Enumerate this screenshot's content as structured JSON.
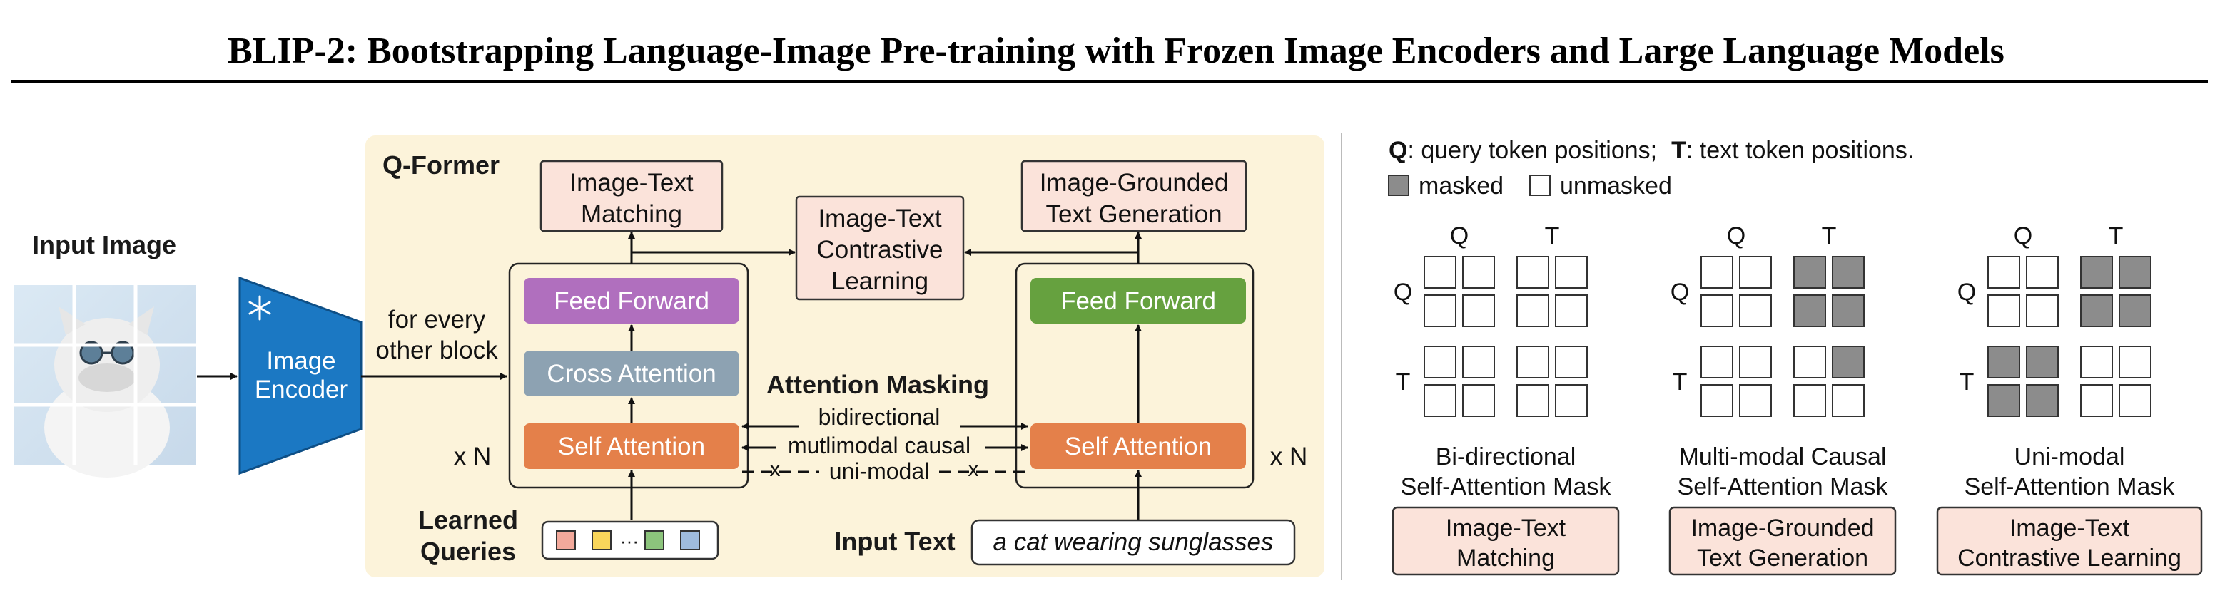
{
  "title": "BLIP-2: Bootstrapping Language-Image Pre-training with Frozen Image Encoders and Large Language Models",
  "colors": {
    "panel_bg": "#fcf3da",
    "objective_fill": "#fbe3da",
    "feed_forward_left": "#b06fbe",
    "feed_forward_right": "#66a13f",
    "cross_attention": "#8da2b2",
    "self_attention": "#e4804a",
    "encoder_fill": "#1b78c3",
    "masked_cell": "#8c8c8c",
    "query_colors": [
      "#f3a99b",
      "#f9d65b",
      "#8cc47c",
      "#9fbcde"
    ]
  },
  "left": {
    "input_image_label": "Input Image",
    "encoder_label_line1": "Image",
    "encoder_label_line2": "Encoder",
    "snowflake_icon": "snowflake-icon",
    "every_other_line1": "for every",
    "every_other_line2": "other block",
    "qformer_label": "Q-Former",
    "itm_line1": "Image-Text",
    "itm_line2": "Matching",
    "itc_line1": "Image-Text",
    "itc_line2": "Contrastive",
    "itc_line3": "Learning",
    "itg_line1": "Image-Grounded",
    "itg_line2": "Text Generation",
    "feed_forward": "Feed Forward",
    "cross_attention": "Cross Attention",
    "self_attention": "Self Attention",
    "attention_masking": "Attention Masking",
    "bidirectional": "bidirectional",
    "multimodal_causal": "mutlimodal causal",
    "uni_modal": "uni-modal",
    "cross_mark": "x",
    "xN": "x N",
    "learned_queries_line1": "Learned",
    "learned_queries_line2": "Queries",
    "query_ellipsis": "···",
    "input_text_label": "Input Text",
    "input_text_value": "a cat wearing sunglasses"
  },
  "right": {
    "q_legend_key": "Q",
    "q_legend_text": ": query token positions;",
    "t_legend_key": "T",
    "t_legend_text": ": text token positions.",
    "masked_label": "masked",
    "unmasked_label": "unmasked",
    "col_q": "Q",
    "col_t": "T",
    "masks": [
      {
        "title_line1": "Bi-directional",
        "title_line2": "Self-Attention Mask",
        "task_line1": "Image-Text",
        "task_line2": "Matching",
        "grid": [
          [
            0,
            0,
            0,
            0
          ],
          [
            0,
            0,
            0,
            0
          ],
          [
            0,
            0,
            0,
            0
          ],
          [
            0,
            0,
            0,
            0
          ]
        ]
      },
      {
        "title_line1": "Multi-modal Causal",
        "title_line2": "Self-Attention Mask",
        "task_line1": "Image-Grounded",
        "task_line2": "Text Generation",
        "grid": [
          [
            0,
            0,
            1,
            1
          ],
          [
            0,
            0,
            1,
            1
          ],
          [
            0,
            0,
            0,
            1
          ],
          [
            0,
            0,
            0,
            0
          ]
        ]
      },
      {
        "title_line1": "Uni-modal",
        "title_line2": "Self-Attention Mask",
        "task_line1": "Image-Text",
        "task_line2": "Contrastive Learning",
        "grid": [
          [
            0,
            0,
            1,
            1
          ],
          [
            0,
            0,
            1,
            1
          ],
          [
            1,
            1,
            0,
            0
          ],
          [
            1,
            1,
            0,
            0
          ]
        ]
      }
    ]
  }
}
